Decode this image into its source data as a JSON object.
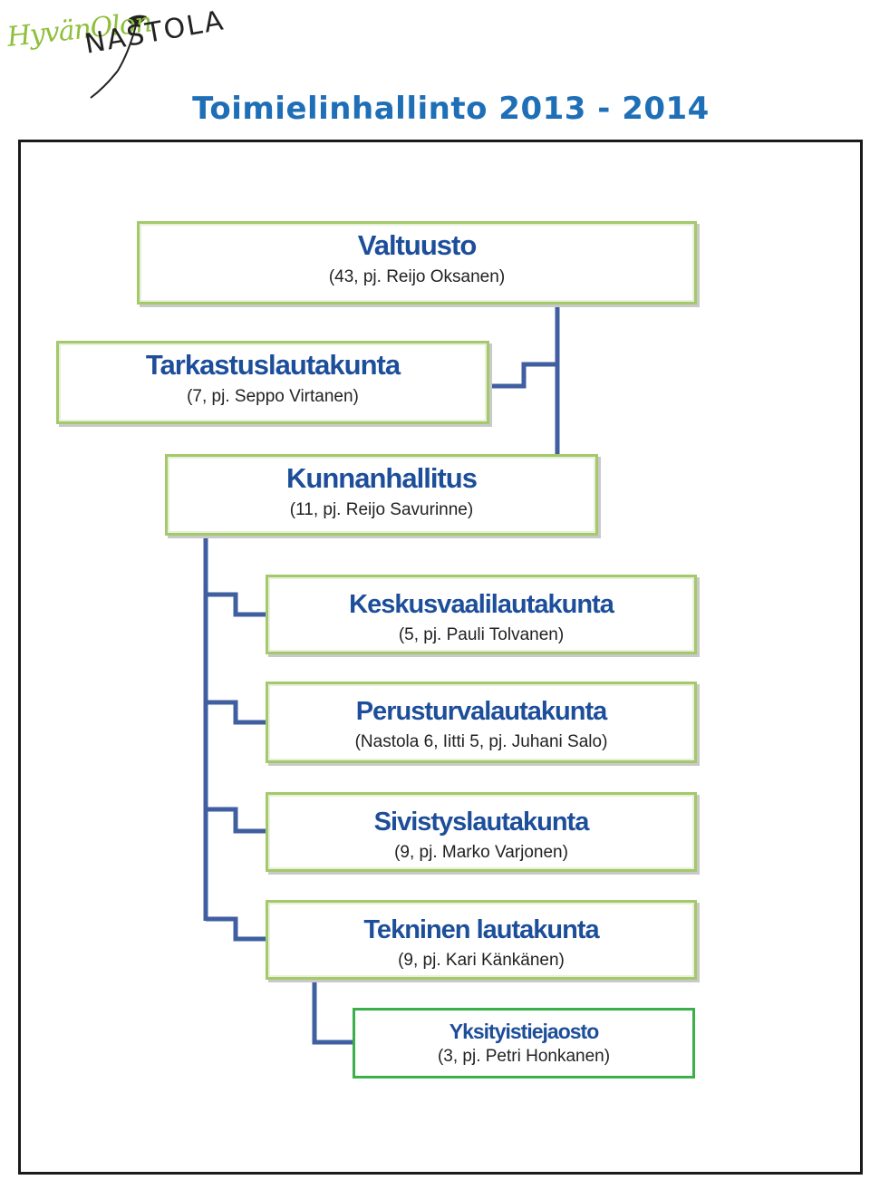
{
  "logo": {
    "script_text": "HyvänOlon",
    "wordmark": "NASTOLA",
    "script_color": "#8fbf3a"
  },
  "title": "Toimielinhallinto 2013 - 2014",
  "colors": {
    "title": "#1f6fb7",
    "box_border": "#a4c96a",
    "box_border_highlight": "#3bb04a",
    "box_name": "#1d4e9a",
    "connector": "#3f5fa0"
  },
  "nodes": {
    "valtuusto": {
      "name": "Valtuusto",
      "detail": "(43, pj. Reijo Oksanen)"
    },
    "tarkastus": {
      "name": "Tarkastuslautakunta",
      "detail": "(7, pj. Seppo Virtanen)"
    },
    "kunnan": {
      "name": "Kunnanhallitus",
      "detail": "(11, pj. Reijo Savurinne)"
    },
    "keskus": {
      "name": "Keskusvaalilautakunta",
      "detail": "(5, pj. Pauli Tolvanen)"
    },
    "perus": {
      "name": "Perusturvalautakunta",
      "detail": "(Nastola 6, Iitti 5, pj. Juhani Salo)"
    },
    "sivis": {
      "name": "Sivistyslautakunta",
      "detail": "(9, pj. Marko Varjonen)"
    },
    "tekn": {
      "name": "Tekninen lautakunta",
      "detail": "(9, pj. Kari Känkänen)"
    },
    "yksit": {
      "name": "Yksityistiejaosto",
      "detail": "(3, pj. Petri Honkanen)"
    }
  }
}
